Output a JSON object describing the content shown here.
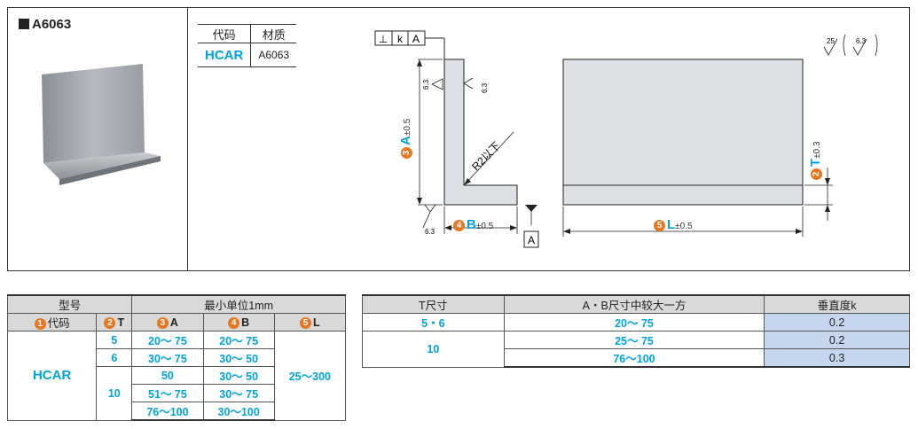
{
  "material_label": "A6063",
  "material_table": {
    "headers": [
      "代码",
      "材质"
    ],
    "code": "HCAR",
    "material": "A6063"
  },
  "drawing": {
    "gdt": [
      "⊥",
      "k",
      "A"
    ],
    "rough_63": "6.3",
    "rough_25": "25",
    "radius_note": "R2以下",
    "datum": "A",
    "dim_A_num": "3",
    "dim_A": "A",
    "dim_A_tol": "±0.5",
    "dim_B_num": "4",
    "dim_B": "B",
    "dim_B_tol": "±0.5",
    "dim_L_num": "5",
    "dim_L": "L",
    "dim_L_tol": "±0.5",
    "dim_T_num": "2",
    "dim_T": "T",
    "dim_T_tol": "±0.3"
  },
  "spec_table": {
    "group_header": "型号",
    "unit_header": "最小单位1mm",
    "col_code_num": "1",
    "col_code": "代码",
    "col_T_num": "2",
    "col_T": "T",
    "col_A_num": "3",
    "col_A": "A",
    "col_B_num": "4",
    "col_B": "B",
    "col_L_num": "5",
    "col_L": "L",
    "code": "HCAR",
    "L_range": "25～300",
    "rows": [
      {
        "T": "5",
        "A": "20～ 75",
        "B": "20～ 75"
      },
      {
        "T": "6",
        "A": "30～ 75",
        "B": "30～ 50"
      },
      {
        "T": "10",
        "A": "50",
        "B": "30～ 50"
      },
      {
        "T": "",
        "A": "51～ 75",
        "B": "30～ 75"
      },
      {
        "T": "",
        "A": "76～100",
        "B": "30～100"
      }
    ]
  },
  "perp_table": {
    "headers": [
      "T尺寸",
      "A・B尺寸中较大一方",
      "垂直度k"
    ],
    "rows": [
      {
        "T": "5・6",
        "AB": "20～ 75",
        "k": "0.2"
      },
      {
        "T": "10",
        "AB": "25～ 75",
        "k": "0.2"
      },
      {
        "T": "",
        "AB": "76～100",
        "k": "0.3"
      }
    ]
  }
}
